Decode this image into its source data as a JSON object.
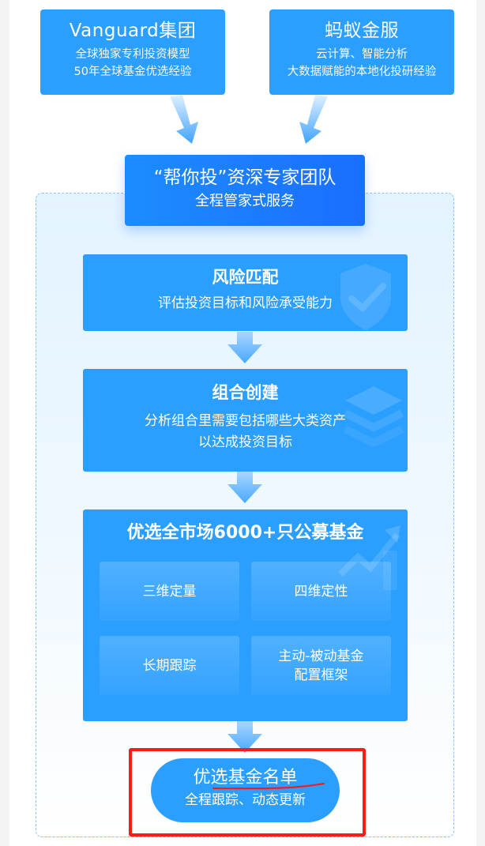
{
  "sources": [
    {
      "title": "Vanguard集团",
      "lines": [
        "全球独家专利投资模型",
        "50年全球基金优选经验"
      ]
    },
    {
      "title": "蚂蚁金服",
      "lines": [
        "云计算、智能分析",
        "大数据赋能的本地化投研经验"
      ]
    }
  ],
  "expert_team": {
    "title": "“帮你投”资深专家团队",
    "subtitle": "全程管家式服务"
  },
  "steps": [
    {
      "title": "风险匹配",
      "lines": [
        "评估投资目标和风险承受能力"
      ],
      "icon": "shield-check-icon"
    },
    {
      "title": "组合创建",
      "lines": [
        "分析组合里需要包括哪些大类资产",
        "以达成投资目标"
      ],
      "icon": "layers-icon"
    },
    {
      "title": "优选全市场6000+只公募基金",
      "icon": "trend-up-chart-icon",
      "tiles": [
        {
          "lines": [
            "三维定量"
          ]
        },
        {
          "lines": [
            "四维定性"
          ]
        },
        {
          "lines": [
            "长期跟踪"
          ]
        },
        {
          "lines": [
            "主动-被动基金",
            "配置框架"
          ]
        }
      ]
    }
  ],
  "result": {
    "title": "优选基金名单",
    "subtitle": "全程跟踪、动态更新"
  },
  "annotation": {
    "highlight_color": "#ff1a1a"
  },
  "colors": {
    "card_blue": "#2b9fff",
    "expert_gradient_start": "#1d8cff",
    "expert_gradient_end": "#1a6eff",
    "container_border": "#8ec2f5",
    "container_bg": "#e3f3ff",
    "page_bg": "#f4f4f4"
  }
}
